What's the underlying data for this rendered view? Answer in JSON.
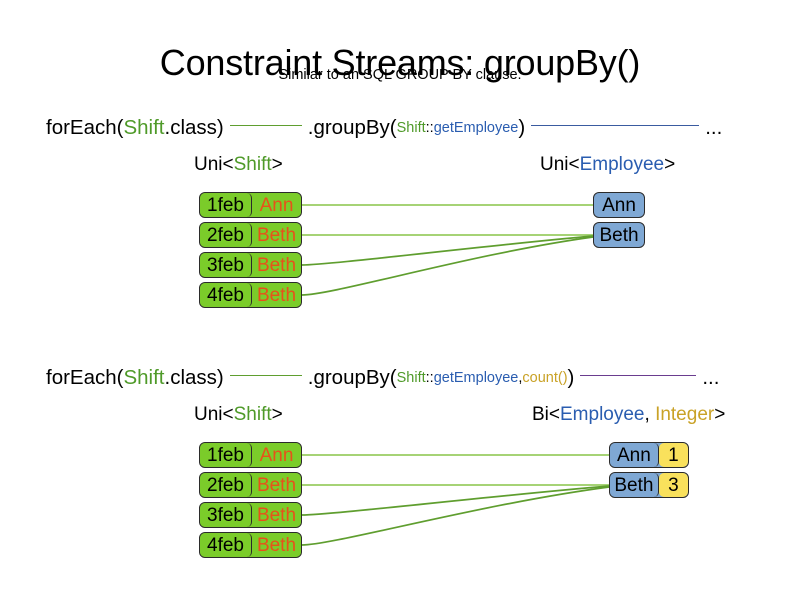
{
  "header": {
    "title": "Constraint Streams: groupBy()",
    "subtitle": "Similar to an SQL GROUP BY clause."
  },
  "colors": {
    "shift_green": "#4F9A29",
    "employee_blue": "#2A5DB0",
    "integer_gold": "#C9A227",
    "node_green": "#7BCC2A",
    "node_blue": "#7FA8D4",
    "node_yellow": "#F9E15C",
    "name_orange": "#E8511A",
    "link_green": "#5F9E2F",
    "link_blue": "#3A5BA0",
    "link_purple": "#6A3D8F"
  },
  "sections": [
    {
      "id": "groupby-plain",
      "code": {
        "for_each_open": "forEach(",
        "for_each_type": "Shift",
        "for_each_close": ".class)",
        "group_by_open": ".groupBy(",
        "group_by_arg_type": "Shift",
        "group_by_arg_sep": "::",
        "group_by_arg_method": "getEmployee",
        "group_by_close": ")",
        "ellipsis": "..."
      },
      "left_type": {
        "outer_open": "Uni<",
        "generic_1": "Shift",
        "outer_close": ">"
      },
      "right_type": {
        "outer_open": "Uni<",
        "generic_1": "Employee",
        "outer_close": ">"
      },
      "left_nodes": [
        {
          "date": "1feb",
          "name": "Ann"
        },
        {
          "date": "2feb",
          "name": "Beth"
        },
        {
          "date": "3feb",
          "name": "Beth"
        },
        {
          "date": "4feb",
          "name": "Beth"
        }
      ],
      "right_nodes": [
        {
          "employee": "Ann"
        },
        {
          "employee": "Beth"
        }
      ]
    },
    {
      "id": "groupby-count",
      "code": {
        "for_each_open": "forEach(",
        "for_each_type": "Shift",
        "for_each_close": ".class)",
        "group_by_open": ".groupBy(",
        "group_by_arg_type": "Shift",
        "group_by_arg_sep": "::",
        "group_by_arg_method": "getEmployee",
        "group_by_arg_comma": ", ",
        "group_by_arg_collector": "count()",
        "group_by_close": ")",
        "ellipsis": "..."
      },
      "left_type": {
        "outer_open": "Uni<",
        "generic_1": "Shift",
        "outer_close": ">"
      },
      "right_type": {
        "outer_open": "Bi<",
        "generic_1": "Employee",
        "generic_sep": ", ",
        "generic_2": "Integer",
        "outer_close": ">"
      },
      "left_nodes": [
        {
          "date": "1feb",
          "name": "Ann"
        },
        {
          "date": "2feb",
          "name": "Beth"
        },
        {
          "date": "3feb",
          "name": "Beth"
        },
        {
          "date": "4feb",
          "name": "Beth"
        }
      ],
      "right_nodes": [
        {
          "employee": "Ann",
          "count": "1"
        },
        {
          "employee": "Beth",
          "count": "3"
        }
      ]
    }
  ]
}
